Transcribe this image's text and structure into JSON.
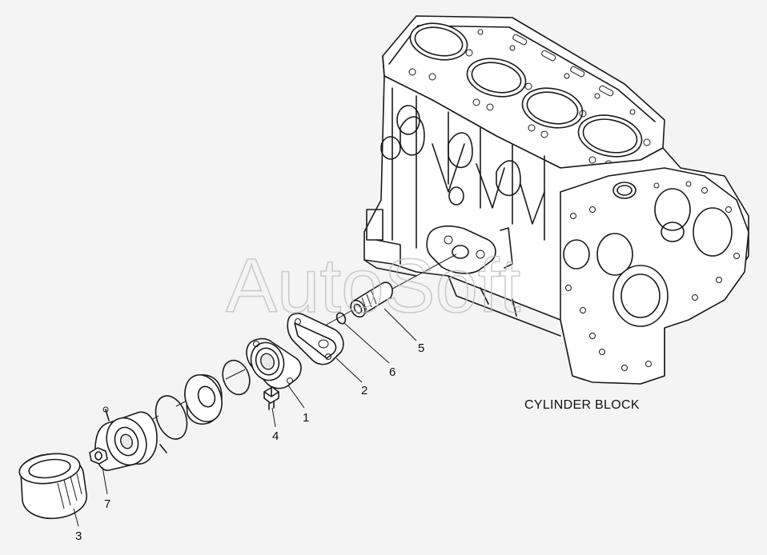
{
  "caption": "CYLINDER BLOCK",
  "watermark": "AutoSoft",
  "part_numbers": {
    "p1": "1",
    "p2": "2",
    "p3": "3",
    "p4": "4",
    "p5": "5",
    "p6": "6",
    "p7": "7"
  },
  "colors": {
    "line": "#1a1a1a",
    "background": "#f4f4f4",
    "watermark": "#bdbdbd"
  }
}
